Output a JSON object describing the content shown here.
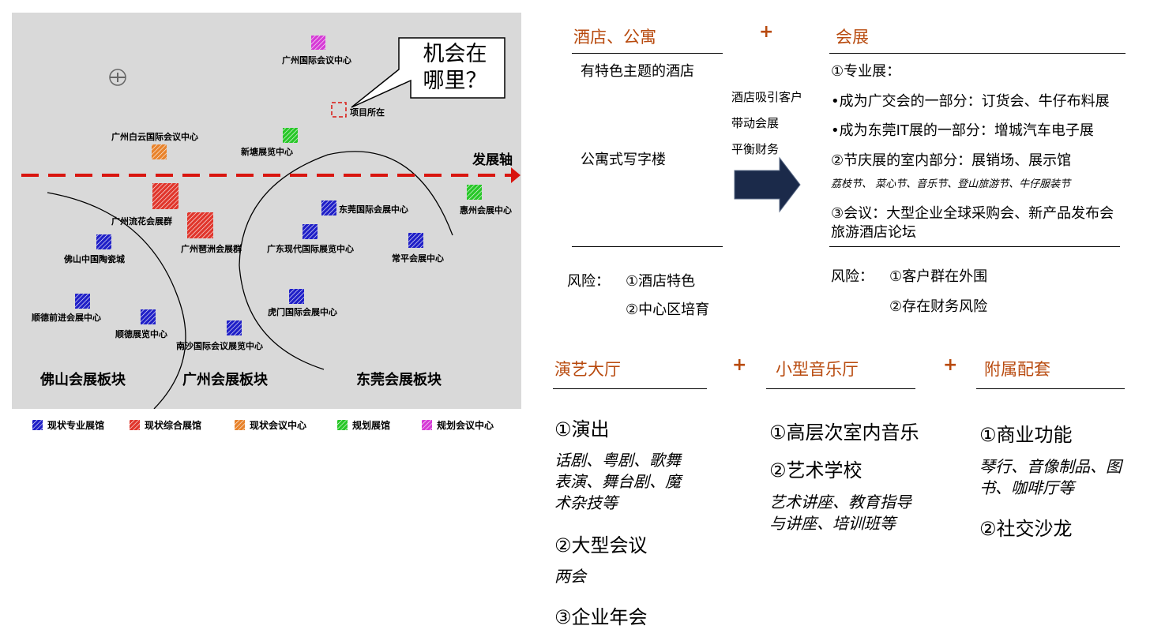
{
  "map": {
    "callout": "机会在哪里？",
    "project_label": "项目所在",
    "axis_label": "发展轴",
    "venues": [
      {
        "id": "gz-intl-conf",
        "label": "广州国际会议中心",
        "category": "planned_conference"
      },
      {
        "id": "baiyun",
        "label": "广州白云国际会议中心",
        "category": "current_conference"
      },
      {
        "id": "xintang",
        "label": "新塘展览中心",
        "category": "planned_venue"
      },
      {
        "id": "liuhua",
        "label": "广州流花会展群",
        "category": "current_general"
      },
      {
        "id": "pazhou",
        "label": "广州琶洲会展群",
        "category": "current_general"
      },
      {
        "id": "foshan-ceramic",
        "label": "佛山中国陶瓷城",
        "category": "current_specialized"
      },
      {
        "id": "dongguan-intl",
        "label": "东莞国际会展中心",
        "category": "current_specialized"
      },
      {
        "id": "gd-modern",
        "label": "广东现代国际展览中心",
        "category": "current_specialized"
      },
      {
        "id": "changping",
        "label": "常平会展中心",
        "category": "current_specialized"
      },
      {
        "id": "huizhou",
        "label": "惠州会展中心",
        "category": "planned_venue"
      },
      {
        "id": "shunde-qianjin",
        "label": "顺德前进会展中心",
        "category": "current_specialized"
      },
      {
        "id": "shunde-expo",
        "label": "顺德展览中心",
        "category": "current_specialized"
      },
      {
        "id": "humen",
        "label": "虎门国际会展中心",
        "category": "current_specialized"
      },
      {
        "id": "nansha",
        "label": "南沙国际会议展览中心",
        "category": "current_specialized"
      }
    ],
    "regions": [
      "佛山会展板块",
      "广州会展板块",
      "东莞会展板块"
    ],
    "legend": [
      {
        "label": "现状专业展馆",
        "color": "#1f1fc7"
      },
      {
        "label": "现状综合展馆",
        "color": "#e0352b"
      },
      {
        "label": "现状会议中心",
        "color": "#e8822a"
      },
      {
        "label": "规划展馆",
        "color": "#27c727"
      },
      {
        "label": "规划会议中心",
        "color": "#d63ad6"
      }
    ]
  },
  "hotel": {
    "title": "酒店、公寓",
    "items": [
      "有特色主题的酒店",
      "公寓式写字楼"
    ],
    "risk_label": "风险：",
    "risks": [
      "①酒店特色",
      "②中心区培育"
    ]
  },
  "plus1": "+",
  "arrow_notes": [
    "酒店吸引客户",
    "带动会展",
    "平衡财务"
  ],
  "expo": {
    "title": "会展",
    "lines": [
      "①专业展：",
      "•成为广交会的一部分：订货会、牛仔布料展",
      "•成为东莞IT展的一部分：增城汽车电子展",
      "②节庆展的室内部分：展销场、展示馆"
    ],
    "festivals": "荔枝节、  菜心节、音乐节、登山旅游节、牛仔服装节",
    "conference_line1": "③会议：大型企业全球采购会、新产品发布会",
    "conference_line2": "旅游酒店论坛",
    "risk_label": "风险：",
    "risks": [
      "①客户群在外围",
      "②存在财务风险"
    ]
  },
  "performance": {
    "title": "演艺大厅",
    "item1": "①演出",
    "item1_detail": [
      "话剧、粤剧、歌舞",
      "表演、舞台剧、魔",
      "术杂技等"
    ],
    "item2": "②大型会议",
    "item2_detail": "两会",
    "item3": "③企业年会"
  },
  "plus2": "+",
  "music": {
    "title": "小型音乐厅",
    "item1": "①高层次室内音乐",
    "item2": "②艺术学校",
    "item2_detail": [
      "艺术讲座、教育指导",
      "与讲座、培训班等"
    ]
  },
  "plus3": "+",
  "ancillary": {
    "title": "附属配套",
    "item1": "①商业功能",
    "item1_detail": [
      "琴行、音像制品、图",
      "书、咖啡厅等"
    ],
    "item2": "②社交沙龙"
  },
  "colors": {
    "accent": "#b84a0e",
    "axis": "#d9150f",
    "arrow": "#1b2a4a"
  }
}
